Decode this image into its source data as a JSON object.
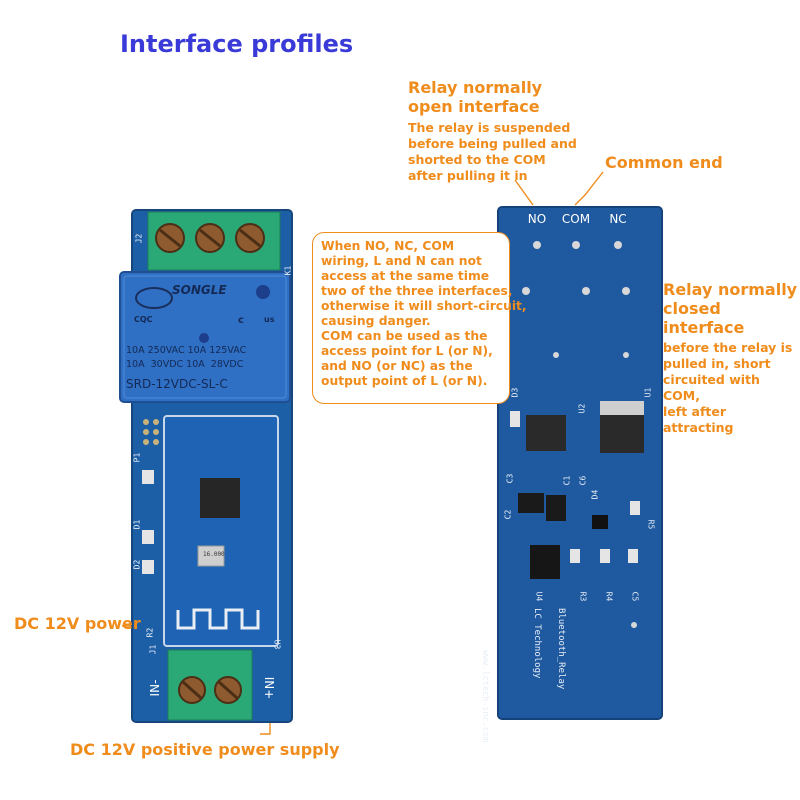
{
  "title": "Interface profiles",
  "no_label": {
    "heading": [
      "Relay normally",
      "open interface"
    ],
    "desc": [
      "The relay is suspended",
      "before being pulled and",
      "shorted to the COM",
      "after pulling it in"
    ]
  },
  "common_label": "Common end",
  "nc_label": {
    "heading": [
      "Relay normally",
      "closed interface"
    ],
    "desc": [
      "before the relay is",
      "pulled in, short",
      "circuited with COM,",
      "left after attracting"
    ]
  },
  "callout": [
    "When NO, NC, COM",
    "wiring, L and N can not",
    "access at the same time",
    "two of the three interfaces,",
    "otherwise it will short-circuit,",
    "causing danger.",
    "COM can be used as the",
    "access point for L (or N),",
    "and NO (or NC) as the",
    "output point of L (or N)."
  ],
  "dc_power": "DC 12V power",
  "dc_positive": "DC 12V positive power supply",
  "relay": {
    "brand": "SONGLE",
    "spec1": "10A 250VAC 10A 125VAC",
    "spec2": "10A  30VDC 10A  28VDC",
    "model": "SRD-12VDC-SL-C",
    "cert1": "CQC",
    "cert2": "c",
    "cert3": "us"
  },
  "pins": {
    "no": "NO",
    "com": "COM",
    "nc": "NC",
    "in_minus": "IN-",
    "in_plus": "IN+"
  },
  "silkscreen": {
    "j2": "J2",
    "k1": "K1",
    "p1": "P1",
    "d1": "D1",
    "d2": "D2",
    "r2": "R2",
    "j1": "J1",
    "u3": "U3",
    "d3": "D3",
    "u2": "U2",
    "u1": "U1",
    "c3": "C3",
    "c6": "C6",
    "c1": "C1",
    "c2": "C2",
    "d4": "D4",
    "r5": "R5",
    "u4": "U4",
    "r3": "R3",
    "r4": "R4",
    "c5": "C5",
    "company": "LC Technology",
    "board": "Bluetooth_Relay",
    "url": "www.lctech-inc.com",
    "crystal": "16.000"
  },
  "colors": {
    "title": "#3a3ad8",
    "annotation": "#ef8c1c",
    "pcb": "#1d5fa6",
    "terminal": "#2aa876",
    "relay": "#2f6fc4"
  }
}
